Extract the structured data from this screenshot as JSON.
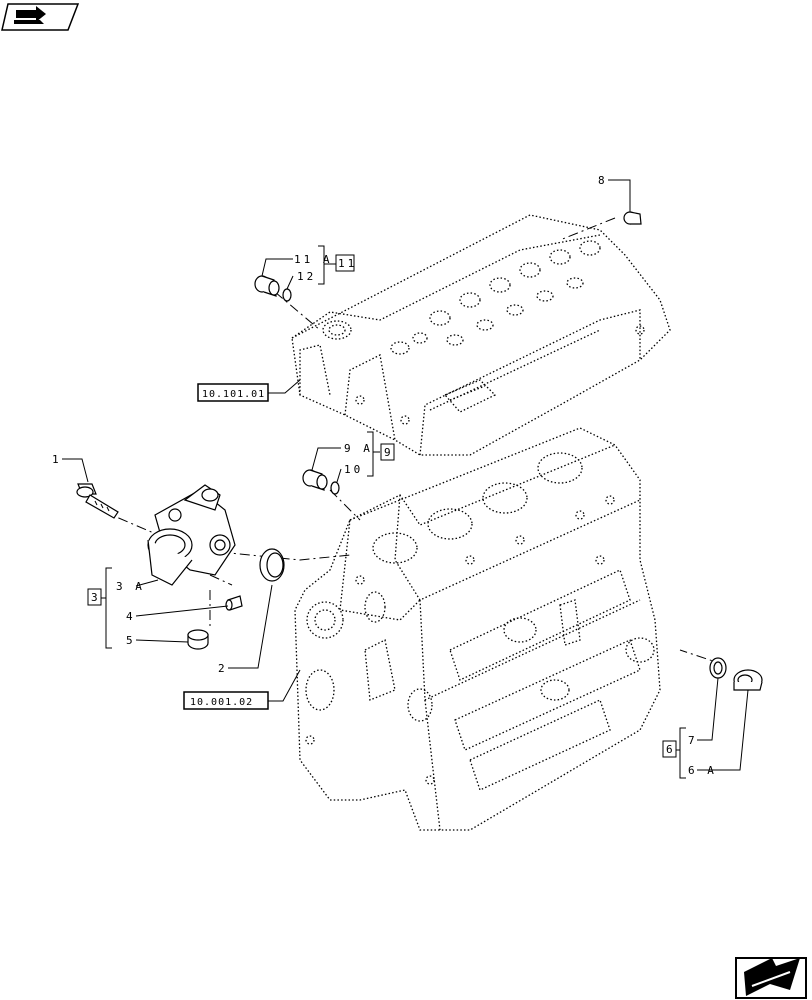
{
  "labels": {
    "p1": "1",
    "p2": "2",
    "p3": "3",
    "p3a": "3 A",
    "p4": "4",
    "p5": "5",
    "p6": "6",
    "p6a": "6 A",
    "p7": "7",
    "p8": "8",
    "p9": "9",
    "p9a": "9 A",
    "p10": "10",
    "p11": "11",
    "p11a": "11 A",
    "p12": "12"
  },
  "refs": {
    "head": "10.101.01",
    "block": "10.001.02"
  },
  "icons": {
    "top_left": "book-arrow-icon",
    "bottom_right": "next-page-arrow-icon"
  }
}
